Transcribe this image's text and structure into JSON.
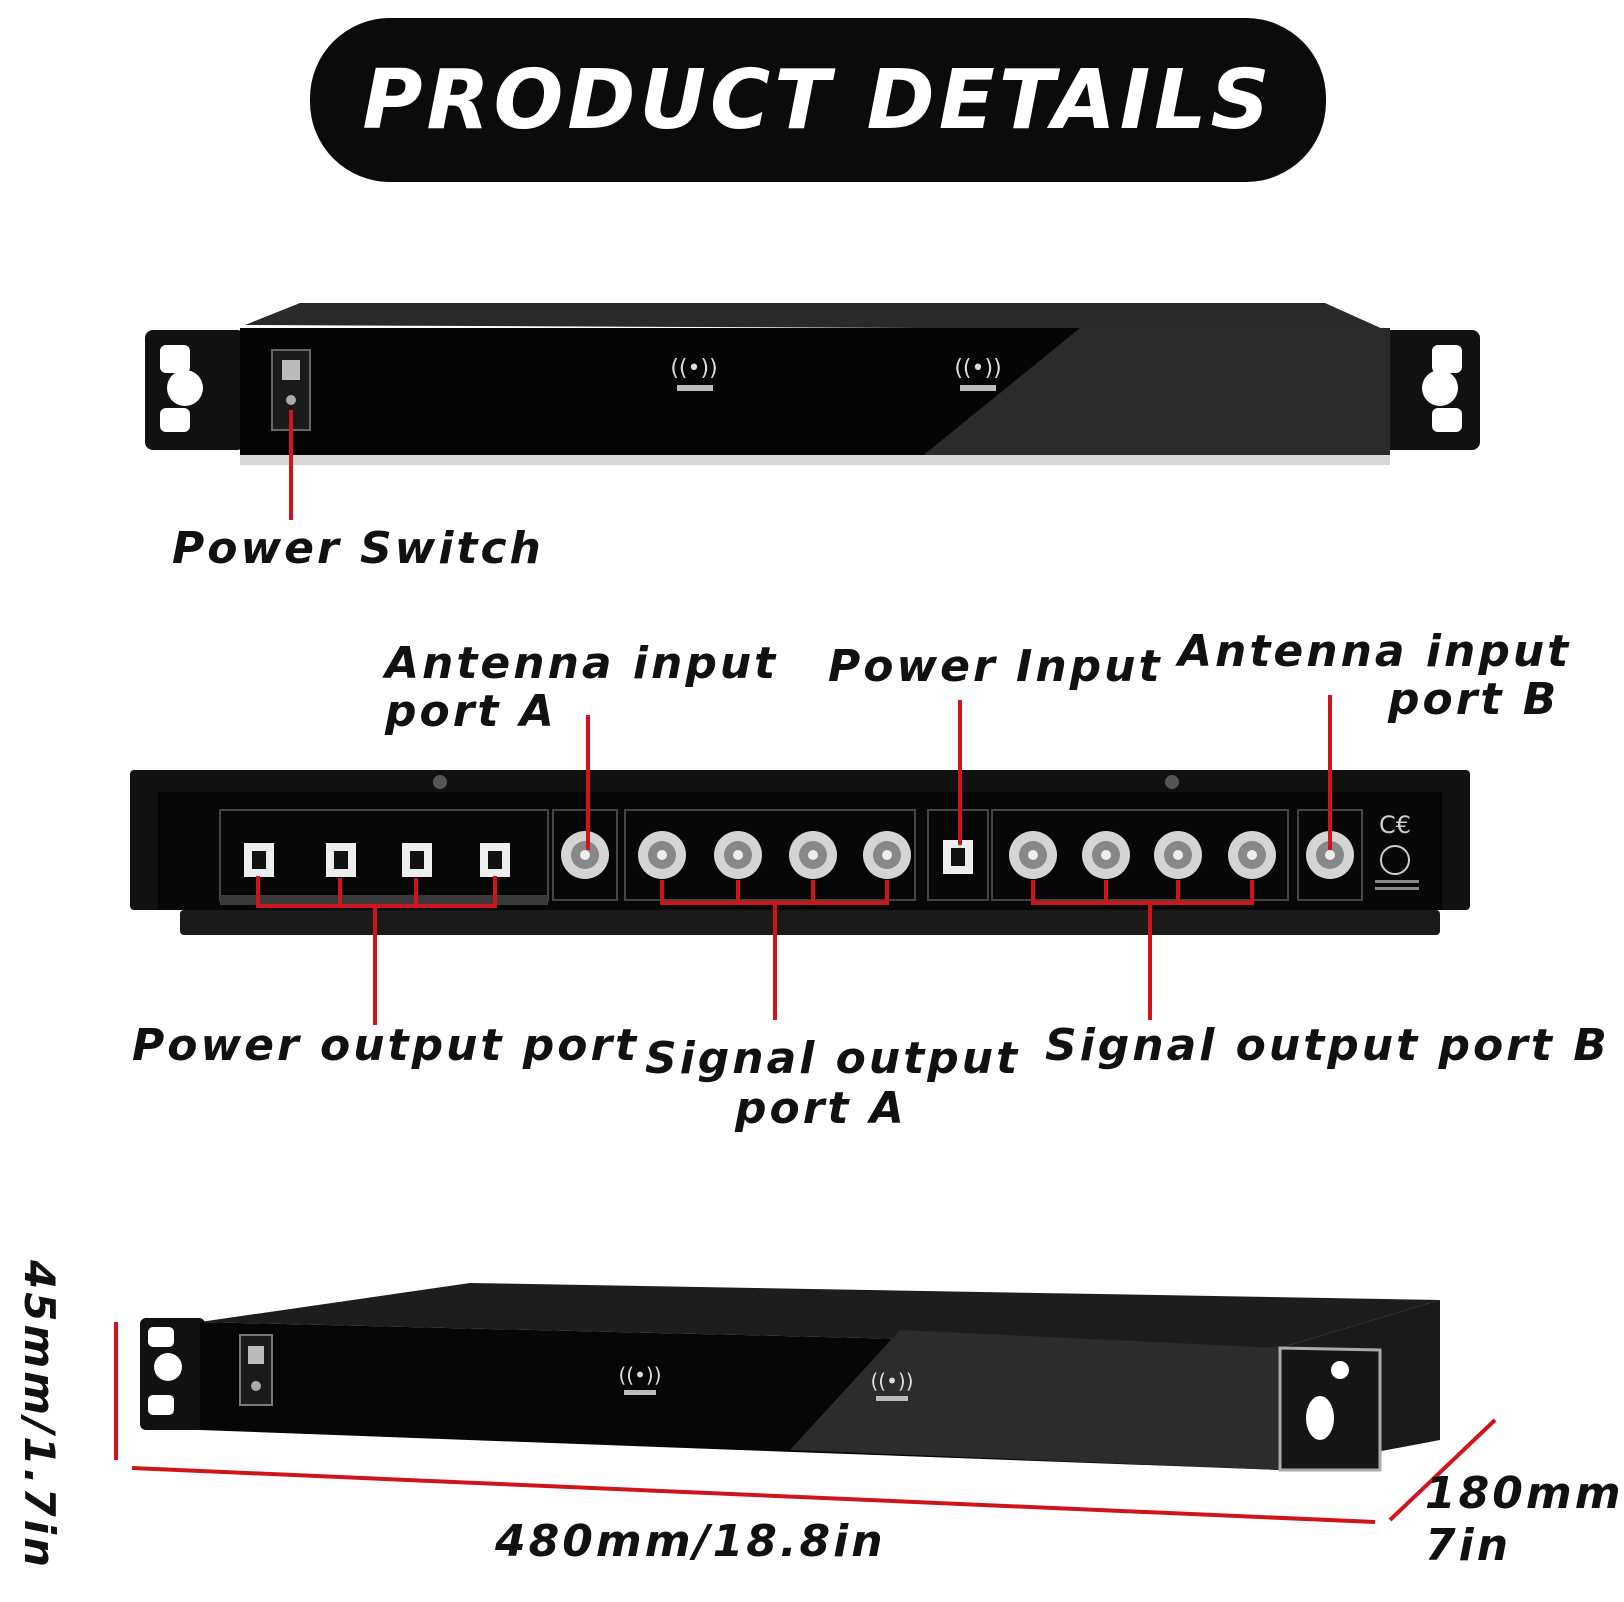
{
  "banner": {
    "title": "PRODUCT DETAILS"
  },
  "labels": {
    "power_switch": "Power Switch",
    "antenna_a_line1": "Antenna input",
    "antenna_a_line2": "port A",
    "power_input": "Power Input",
    "antenna_b_line1": "Antenna input",
    "antenna_b_line2": "port B",
    "power_output": "Power output port",
    "signal_a_line1": "Signal output",
    "signal_a_line2": "port A",
    "signal_b": "Signal output port B"
  },
  "dimensions": {
    "height": "45mm/1.7in",
    "width": "480mm/18.8in",
    "depth_line1": "180mm",
    "depth_line2": "7in"
  },
  "colors": {
    "callout": "#d0141c",
    "chassis": "#0c0c0c",
    "background": "#ffffff"
  }
}
